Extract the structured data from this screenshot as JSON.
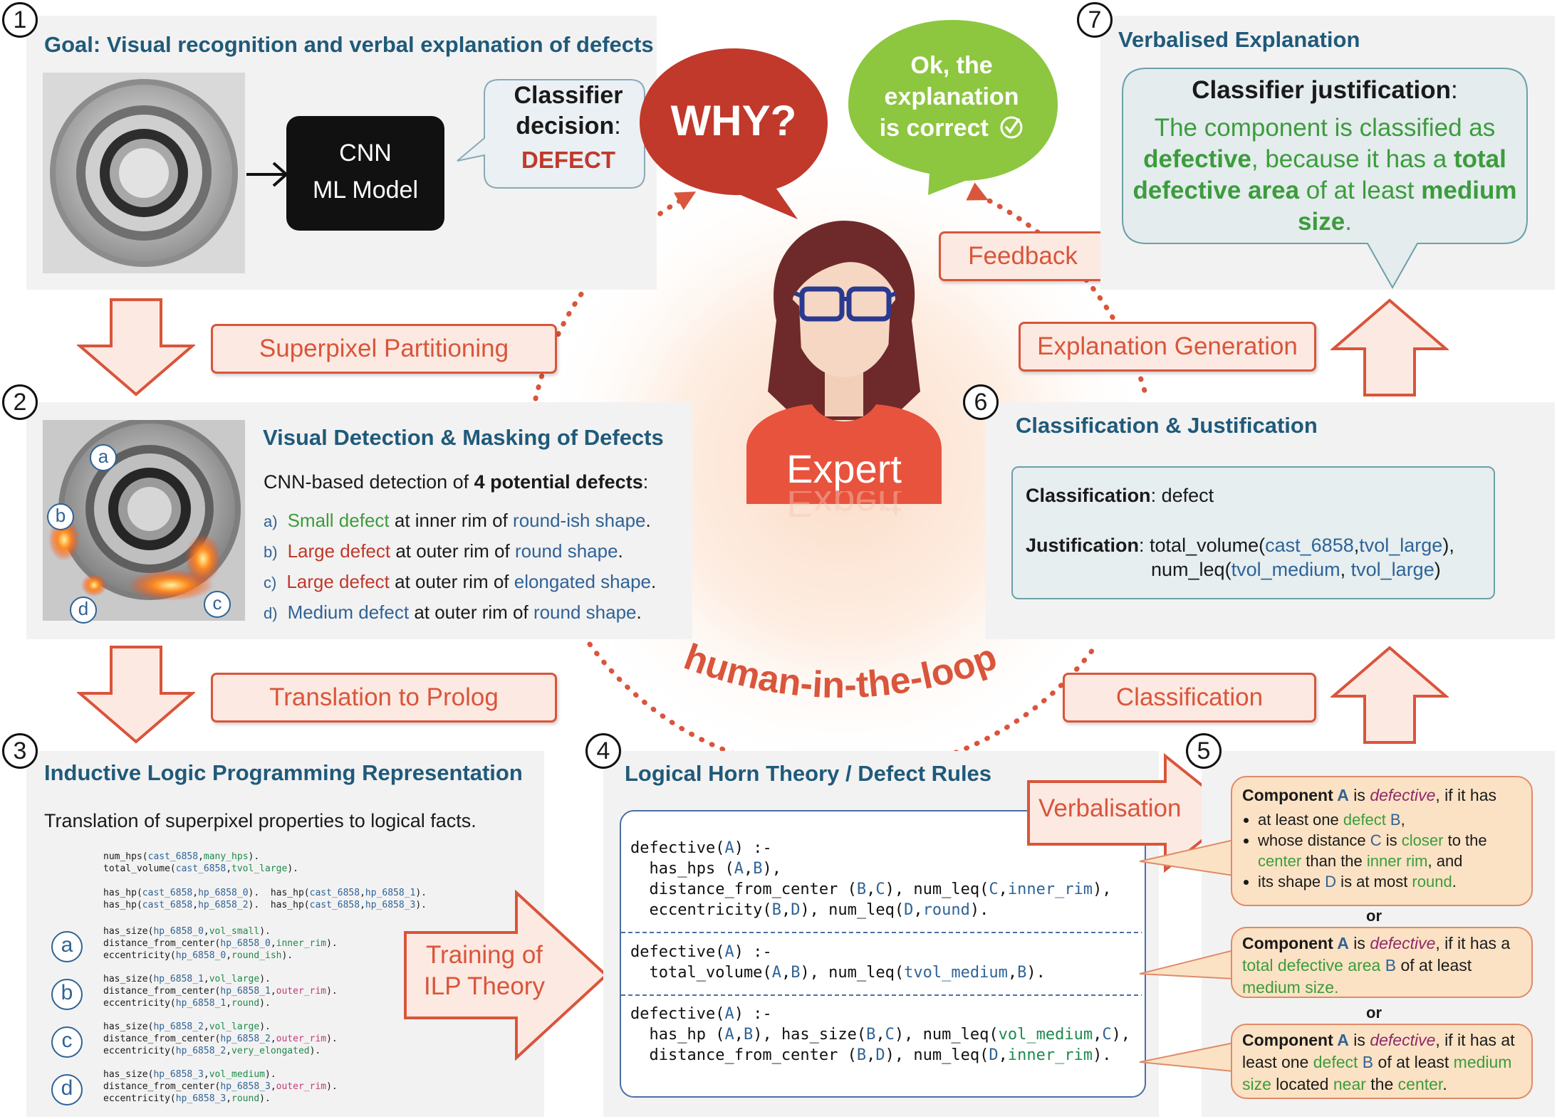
{
  "colors": {
    "accent_orange": "#d9553b",
    "title_blue": "#1f5a7a",
    "text_blue": "#2f6396",
    "text_green": "#3c9c3c",
    "why_red": "#c0392b",
    "ok_green": "#8dc63f"
  },
  "step_numbers": [
    "1",
    "2",
    "3",
    "4",
    "5",
    "6",
    "7"
  ],
  "panel1": {
    "title": "Goal: Visual recognition and verbal explanation of defects",
    "model_line1": "CNN",
    "model_line2": "ML Model",
    "decision_line1": "Classifier",
    "decision_line2": "decision",
    "decision_colon": ":",
    "decision_value": "DEFECT"
  },
  "bubbles": {
    "why": "WHY?",
    "ok_line1": "Ok, the",
    "ok_line2": "explanation",
    "ok_line3": "is correct",
    "check_icon": "check-circle-icon"
  },
  "expert": {
    "label": "Expert",
    "loop_label": "human-in-the-loop"
  },
  "arrows": {
    "superpixel": "Superpixel Partitioning",
    "prolog": "Translation to Prolog",
    "training_line1": "Training of",
    "training_line2": "ILP Theory",
    "verbalisation": "Verbalisation",
    "classification": "Classification",
    "explanation_generation": "Explanation Generation",
    "feedback": "Feedback"
  },
  "panel2": {
    "title": "Visual Detection & Masking of Defects",
    "intro_prefix": "CNN-based detection of ",
    "intro_bold": "4 potential defects",
    "intro_suffix": ":",
    "markers": [
      "a",
      "b",
      "c",
      "d"
    ],
    "defects": [
      {
        "letter": "a)",
        "size": "Small defect",
        "middle": " at inner rim of ",
        "shape": "round-ish shape",
        "end": "."
      },
      {
        "letter": "b)",
        "size": "Large defect",
        "middle": " at outer rim of ",
        "shape": "round shape",
        "end": "."
      },
      {
        "letter": "c)",
        "size": "Large defect",
        "middle": " at outer rim of ",
        "shape": "elongated shape",
        "end": "."
      },
      {
        "letter": "d)",
        "size": "Medium defect",
        "middle": " at outer rim of ",
        "shape": "round shape",
        "end": "."
      }
    ]
  },
  "panel3": {
    "title": "Inductive Logic Programming Representation",
    "subtitle": "Translation of superpixel properties to logical facts.",
    "code_head": [
      [
        [
          "num_hps(",
          ""
        ],
        [
          "cast_6858",
          "b"
        ],
        [
          ",",
          ""
        ],
        [
          "many_hps",
          "g"
        ],
        [
          ").",
          ""
        ]
      ],
      [
        [
          "total_volume(",
          ""
        ],
        [
          "cast_6858",
          "b"
        ],
        [
          ",",
          ""
        ],
        [
          "tvol_large",
          "g"
        ],
        [
          ").",
          ""
        ]
      ],
      [],
      [
        [
          "has_hp(",
          ""
        ],
        [
          "cast_6858",
          "b"
        ],
        [
          ",",
          ""
        ],
        [
          "hp_6858_0",
          "b"
        ],
        [
          ").  has_hp(",
          ""
        ],
        [
          "cast_6858",
          "b"
        ],
        [
          ",",
          ""
        ],
        [
          "hp_6858_1",
          "b"
        ],
        [
          ").",
          ""
        ]
      ],
      [
        [
          "has_hp(",
          ""
        ],
        [
          "cast_6858",
          "b"
        ],
        [
          ",",
          ""
        ],
        [
          "hp_6858_2",
          "b"
        ],
        [
          ").  has_hp(",
          ""
        ],
        [
          "cast_6858",
          "b"
        ],
        [
          ",",
          ""
        ],
        [
          "hp_6858_3",
          "b"
        ],
        [
          ").",
          ""
        ]
      ]
    ],
    "code_groups": [
      {
        "marker": "a",
        "lines": [
          [
            [
              "has_size(",
              ""
            ],
            [
              "hp_6858_0",
              "b"
            ],
            [
              ",",
              ""
            ],
            [
              "vol_small",
              "g"
            ],
            [
              ").",
              ""
            ]
          ],
          [
            [
              "distance_from_center(",
              ""
            ],
            [
              "hp_6858_0",
              "b"
            ],
            [
              ",",
              ""
            ],
            [
              "inner_rim",
              "g"
            ],
            [
              ").",
              ""
            ]
          ],
          [
            [
              "eccentricity(",
              ""
            ],
            [
              "hp_6858_0",
              "b"
            ],
            [
              ",",
              ""
            ],
            [
              "round_ish",
              "g"
            ],
            [
              ").",
              ""
            ]
          ]
        ]
      },
      {
        "marker": "b",
        "lines": [
          [
            [
              "has_size(",
              ""
            ],
            [
              "hp_6858_1",
              "b"
            ],
            [
              ",",
              ""
            ],
            [
              "vol_large",
              "g"
            ],
            [
              ").",
              ""
            ]
          ],
          [
            [
              "distance_from_center(",
              ""
            ],
            [
              "hp_6858_1",
              "b"
            ],
            [
              ",",
              ""
            ],
            [
              "outer_rim",
              "p"
            ],
            [
              ").",
              ""
            ]
          ],
          [
            [
              "eccentricity(",
              ""
            ],
            [
              "hp_6858_1",
              "b"
            ],
            [
              ",",
              ""
            ],
            [
              "round",
              "g"
            ],
            [
              ").",
              ""
            ]
          ]
        ]
      },
      {
        "marker": "c",
        "lines": [
          [
            [
              "has_size(",
              ""
            ],
            [
              "hp_6858_2",
              "b"
            ],
            [
              ",",
              ""
            ],
            [
              "vol_large",
              "g"
            ],
            [
              ").",
              ""
            ]
          ],
          [
            [
              "distance_from_center(",
              ""
            ],
            [
              "hp_6858_2",
              "b"
            ],
            [
              ",",
              ""
            ],
            [
              "outer_rim",
              "p"
            ],
            [
              ").",
              ""
            ]
          ],
          [
            [
              "eccentricity(",
              ""
            ],
            [
              "hp_6858_2",
              "b"
            ],
            [
              ",",
              ""
            ],
            [
              "very_elongated",
              "g"
            ],
            [
              ").",
              ""
            ]
          ]
        ]
      },
      {
        "marker": "d",
        "lines": [
          [
            [
              "has_size(",
              ""
            ],
            [
              "hp_6858_3",
              "b"
            ],
            [
              ",",
              ""
            ],
            [
              "vol_medium",
              "g"
            ],
            [
              ").",
              ""
            ]
          ],
          [
            [
              "distance_from_center(",
              ""
            ],
            [
              "hp_6858_3",
              "b"
            ],
            [
              ",",
              ""
            ],
            [
              "outer_rim",
              "p"
            ],
            [
              ").",
              ""
            ]
          ],
          [
            [
              "eccentricity(",
              ""
            ],
            [
              "hp_6858_3",
              "b"
            ],
            [
              ",",
              ""
            ],
            [
              "round",
              "g"
            ],
            [
              ").",
              ""
            ]
          ]
        ]
      }
    ]
  },
  "panel4": {
    "title": "Logical Horn Theory / Defect Rules",
    "rules": [
      [
        [
          [
            "defective(",
            ""
          ],
          [
            "A",
            "b"
          ],
          [
            ") :-",
            ""
          ]
        ],
        [
          [
            "  has_hps (",
            ""
          ],
          [
            "A",
            "b"
          ],
          [
            ",",
            ""
          ],
          [
            "B",
            "b"
          ],
          [
            "),",
            ""
          ]
        ],
        [
          [
            "  distance_from_center (",
            ""
          ],
          [
            "B",
            "b"
          ],
          [
            ",",
            ""
          ],
          [
            "C",
            "b"
          ],
          [
            "), num_leq(",
            ""
          ],
          [
            "C",
            "b"
          ],
          [
            ",",
            ""
          ],
          [
            "inner_rim",
            "b"
          ],
          [
            "),",
            ""
          ]
        ],
        [
          [
            "  eccentricity(",
            ""
          ],
          [
            "B",
            "b"
          ],
          [
            ",",
            ""
          ],
          [
            "D",
            "b"
          ],
          [
            "), num_leq(",
            ""
          ],
          [
            "D",
            "b"
          ],
          [
            ",",
            ""
          ],
          [
            "round",
            "b"
          ],
          [
            ").",
            ""
          ]
        ]
      ],
      [
        [
          [
            "defective(",
            ""
          ],
          [
            "A",
            "b"
          ],
          [
            ") :-",
            ""
          ]
        ],
        [
          [
            "  total_volume(",
            ""
          ],
          [
            "A",
            "b"
          ],
          [
            ",",
            ""
          ],
          [
            "B",
            "b"
          ],
          [
            "), num_leq(",
            ""
          ],
          [
            "tvol_medium",
            "b"
          ],
          [
            ",",
            ""
          ],
          [
            "B",
            "b"
          ],
          [
            ").",
            ""
          ]
        ]
      ],
      [
        [
          [
            "defective(",
            ""
          ],
          [
            "A",
            "b"
          ],
          [
            ") :-",
            ""
          ]
        ],
        [
          [
            "  has_hp (",
            ""
          ],
          [
            "A",
            "b"
          ],
          [
            ",",
            ""
          ],
          [
            "B",
            "b"
          ],
          [
            "), has_size(",
            ""
          ],
          [
            "B",
            "b"
          ],
          [
            ",",
            ""
          ],
          [
            "C",
            "b"
          ],
          [
            "), num_leq(",
            ""
          ],
          [
            "vol_medium",
            "g"
          ],
          [
            ",",
            ""
          ],
          [
            "C",
            "b"
          ],
          [
            "),",
            ""
          ]
        ],
        [
          [
            "  distance_from_center (",
            ""
          ],
          [
            "B",
            "b"
          ],
          [
            ",",
            ""
          ],
          [
            "D",
            "b"
          ],
          [
            "), num_leq(",
            ""
          ],
          [
            "D",
            "b"
          ],
          [
            ",",
            ""
          ],
          [
            "inner_rim",
            "g"
          ],
          [
            ").",
            ""
          ]
        ]
      ]
    ]
  },
  "panel5": {
    "or_label": "or",
    "v1": {
      "p1": "Component ",
      "A": "A",
      "p2": " is ",
      "defective": "defective",
      "p3": ", if it has",
      "bullets": [
        [
          [
            "at least one ",
            "k"
          ],
          [
            "defect ",
            "g"
          ],
          [
            "B",
            "b"
          ],
          [
            ",",
            "k"
          ]
        ],
        [
          [
            "whose distance ",
            "k"
          ],
          [
            "C",
            "b"
          ],
          [
            " is ",
            "k"
          ],
          [
            "closer",
            "g"
          ],
          [
            " to the ",
            "k"
          ],
          [
            "center",
            "g"
          ],
          [
            " than the ",
            "k"
          ],
          [
            "inner rim",
            "g"
          ],
          [
            ", and",
            "k"
          ]
        ],
        [
          [
            "its shape ",
            "k"
          ],
          [
            "D",
            "b"
          ],
          [
            " is at most ",
            "k"
          ],
          [
            "round",
            "g"
          ],
          [
            ".",
            "k"
          ]
        ]
      ]
    },
    "v2": {
      "p1": "Component ",
      "A": "A",
      "p2": " is ",
      "defective": "defective",
      "p3": ", if it has a ",
      "t1": "total defective area ",
      "B": "B",
      "t2": " of at least ",
      "t3": "medium size."
    },
    "v3": {
      "p1": "Component ",
      "A": "A",
      "p2": " is ",
      "defective": "defective",
      "p3": ", if it has ",
      "t1": "at least one ",
      "t2": "defect ",
      "B": "B",
      "t3": " of at least ",
      "t4": "medium size",
      "t5": " located ",
      "t6": "near",
      "t7": " the ",
      "t8": "center",
      "t9": "."
    }
  },
  "panel6": {
    "title": "Classification & Justification",
    "class_label": "Classification",
    "class_value": ": defect",
    "just_label": "Justification",
    "just_p1": ": total_volume(",
    "just_a1": "cast_6858",
    "just_p2": ",",
    "just_a2": "tvol_large",
    "just_p3": "),",
    "just_l2_p1": "num_leq(",
    "just_l2_a1": "tvol_medium",
    "just_l2_p2": ", ",
    "just_l2_a2": "tvol_large",
    "just_l2_p3": ")"
  },
  "panel7": {
    "title": "Verbalised Explanation",
    "head_bold": "Classifier justification",
    "head_colon": ":",
    "t1": "The component is classified as ",
    "b1": "defective",
    "t2": ", because it has a ",
    "b2": "total defective area",
    "t3": " of at least ",
    "b3": "medium size",
    "t4": "."
  }
}
